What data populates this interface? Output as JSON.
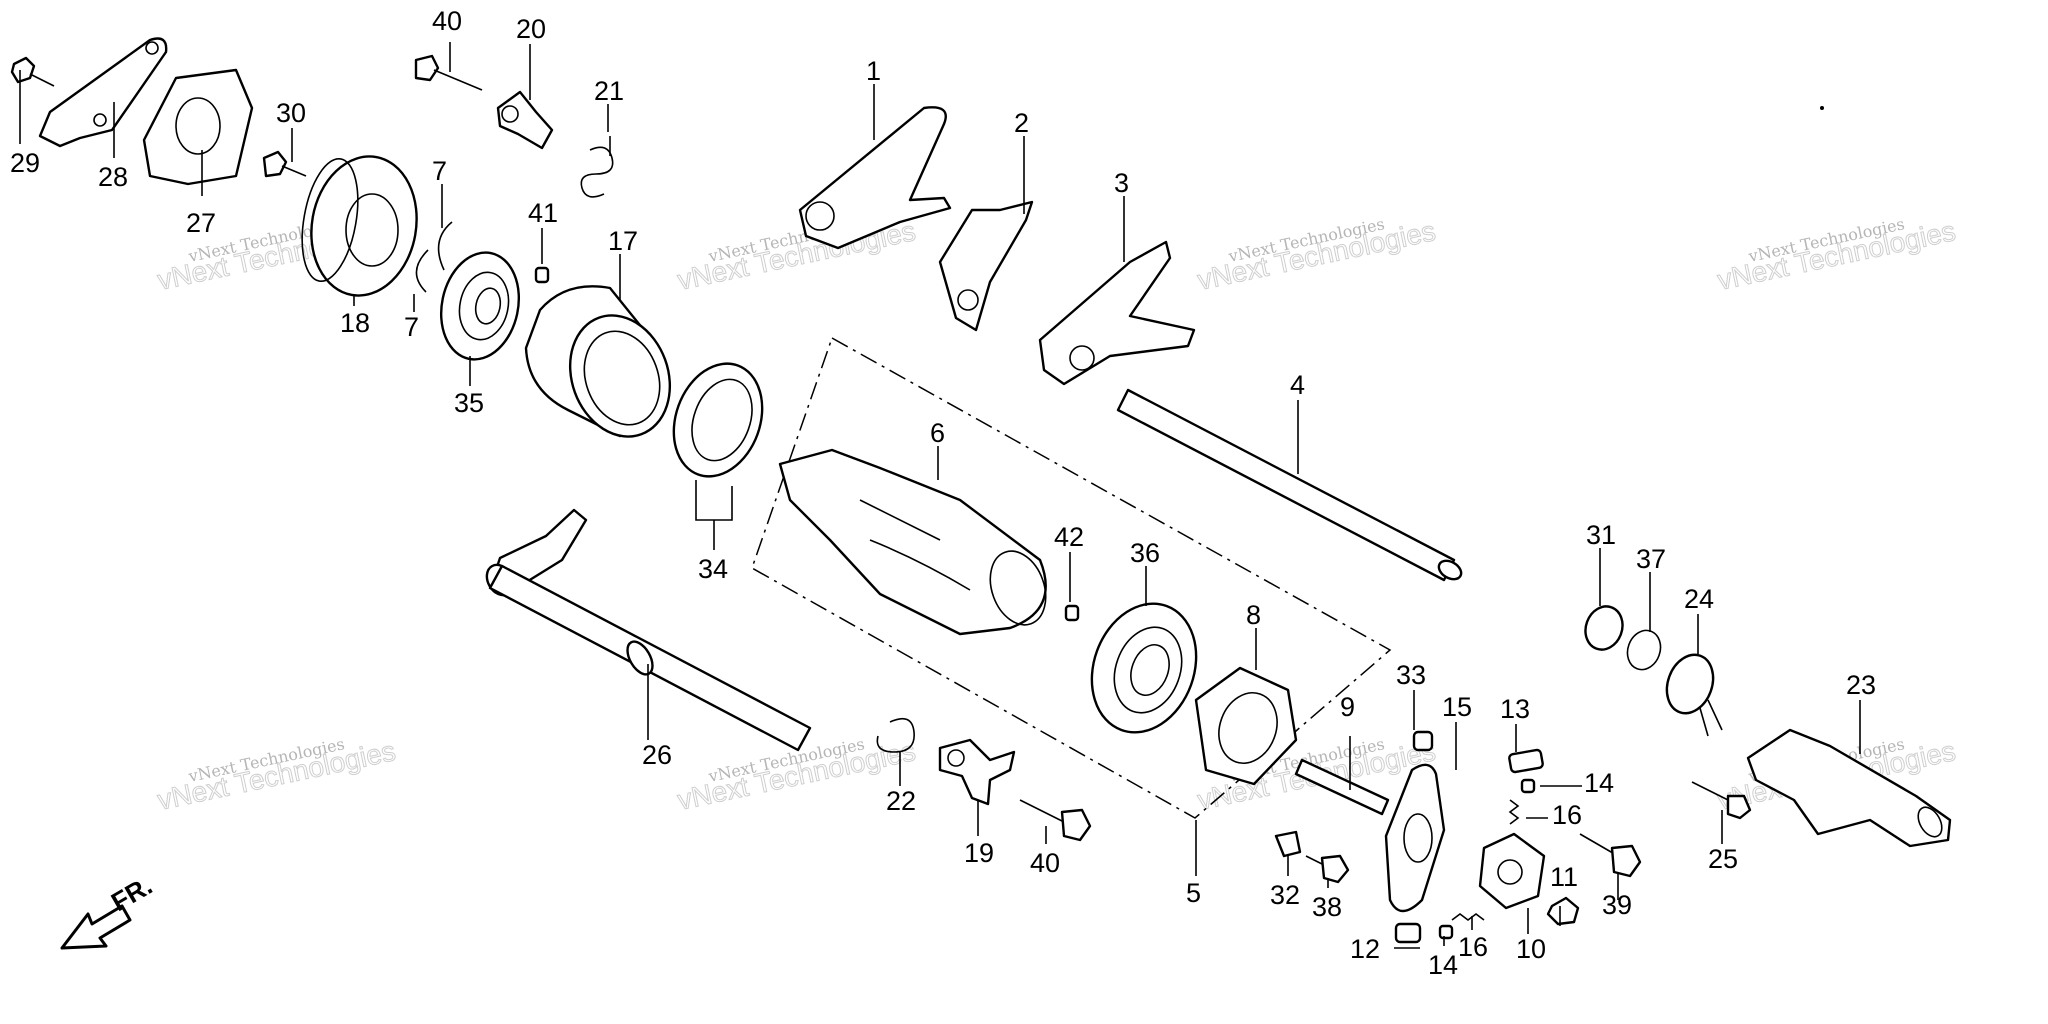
{
  "callouts": [
    "1",
    "2",
    "3",
    "4",
    "5",
    "6",
    "7",
    "7",
    "8",
    "9",
    "10",
    "11",
    "12",
    "13",
    "14",
    "14",
    "15",
    "16",
    "16",
    "17",
    "18",
    "19",
    "20",
    "21",
    "22",
    "23",
    "24",
    "25",
    "26",
    "27",
    "28",
    "29",
    "30",
    "31",
    "32",
    "33",
    "34",
    "35",
    "36",
    "37",
    "38",
    "39",
    "40",
    "40",
    "41",
    "42"
  ],
  "watermark": {
    "line1": "vNext Technologies",
    "line2": "vNext Technologies"
  },
  "direction_label": "FR."
}
